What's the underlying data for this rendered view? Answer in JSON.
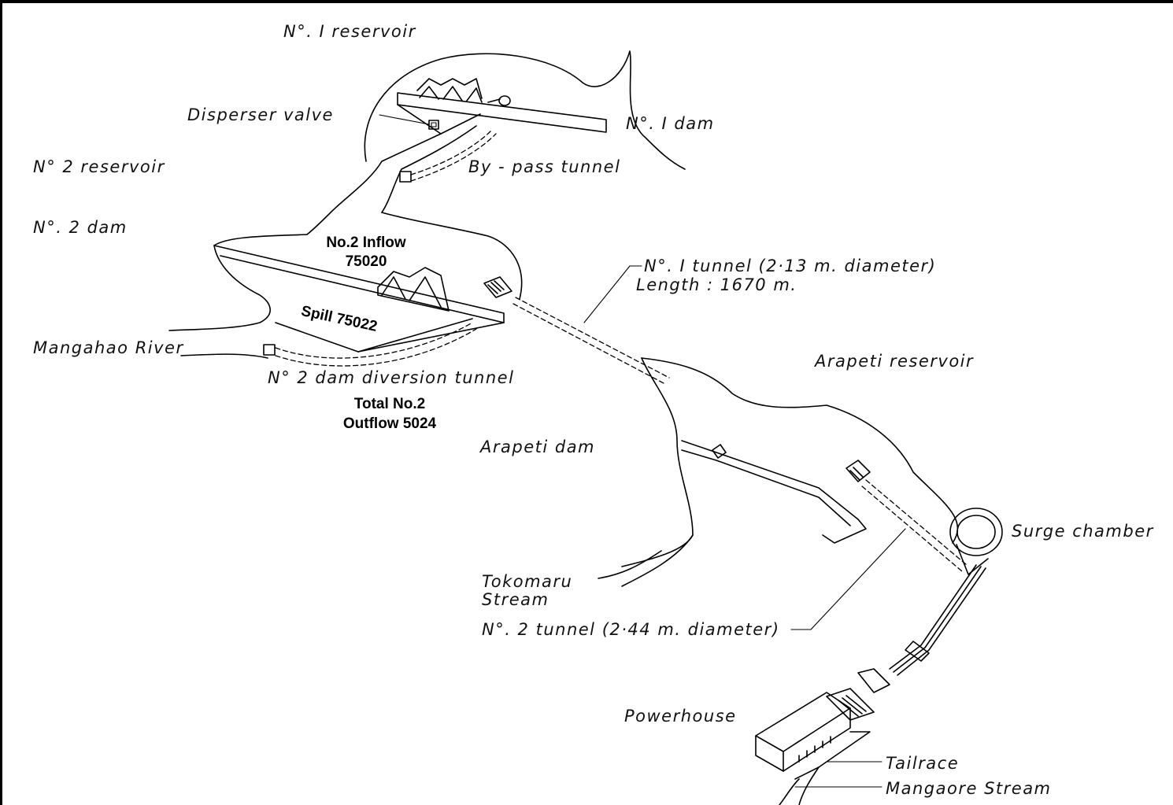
{
  "labels": {
    "no1_reservoir": "N°. I reservoir",
    "disperser_valve": "Disperser valve",
    "no1_dam": "N°. I dam",
    "no2_reservoir": "N° 2 reservoir",
    "bypass_tunnel": "By - pass tunnel",
    "no2_dam": "N°. 2 dam",
    "no1_tunnel": "N°. I tunnel (2·13 m. diameter)",
    "no1_tunnel_length": "Length : 1670 m.",
    "mangahao_river": "Mangahao River",
    "diversion_tunnel": "N° 2 dam diversion tunnel",
    "arapeti_reservoir": "Arapeti reservoir",
    "arapeti_dam": "Arapeti dam",
    "surge_chamber": "Surge chamber",
    "tokomaru_stream_line1": "Tokomaru",
    "tokomaru_stream_line2": "Stream",
    "no2_tunnel": "N°. 2 tunnel (2·44 m. diameter)",
    "powerhouse": "Powerhouse",
    "tailrace": "Tailrace",
    "mangaore_stream": "Mangaore Stream"
  },
  "annotations": {
    "inflow_line1": "No.2 Inflow",
    "inflow_line2": "75020",
    "spill": "Spill 75022",
    "outflow_line1": "Total No.2",
    "outflow_line2": "Outflow 5024"
  },
  "colors": {
    "ink": "#000000",
    "background": "#ffffff"
  }
}
